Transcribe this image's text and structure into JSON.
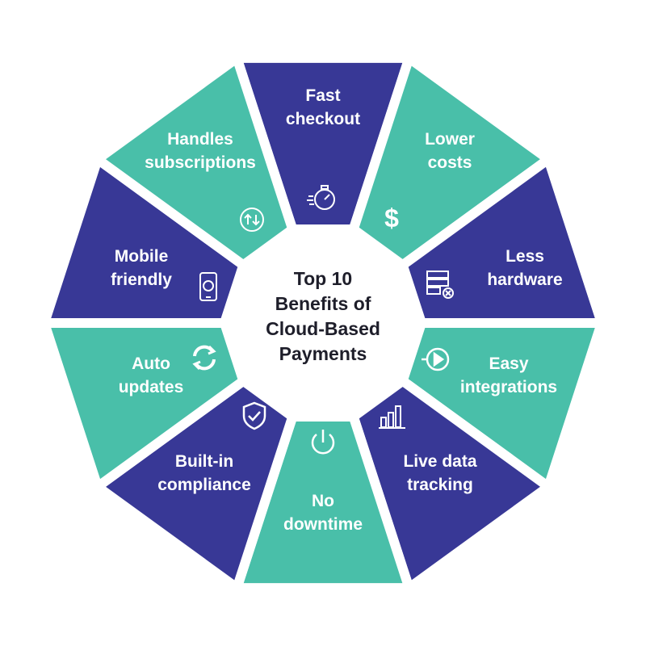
{
  "title": "Top 10\nBenefits of\nCloud-Based\nPayments",
  "colors": {
    "navy": "#383896",
    "teal": "#49bfa9"
  },
  "segments": [
    {
      "label": "Fast\ncheckout",
      "icon": "stopwatch-icon",
      "color": "navy"
    },
    {
      "label": "Lower\ncosts",
      "icon": "dollar-icon",
      "color": "teal"
    },
    {
      "label": "Less\nhardware",
      "icon": "server-icon",
      "color": "navy"
    },
    {
      "label": "Easy\nintegrations",
      "icon": "play-circle-icon",
      "color": "teal"
    },
    {
      "label": "Live data\ntracking",
      "icon": "bar-chart-icon",
      "color": "navy"
    },
    {
      "label": "No\ndowntime",
      "icon": "power-icon",
      "color": "teal"
    },
    {
      "label": "Built-in\ncompliance",
      "icon": "shield-check-icon",
      "color": "navy"
    },
    {
      "label": "Auto\nupdates",
      "icon": "refresh-icon",
      "color": "teal"
    },
    {
      "label": "Mobile\nfriendly",
      "icon": "smartphone-icon",
      "color": "navy"
    },
    {
      "label": "Handles\nsubscriptions",
      "icon": "sync-arrows-icon",
      "color": "teal"
    }
  ]
}
